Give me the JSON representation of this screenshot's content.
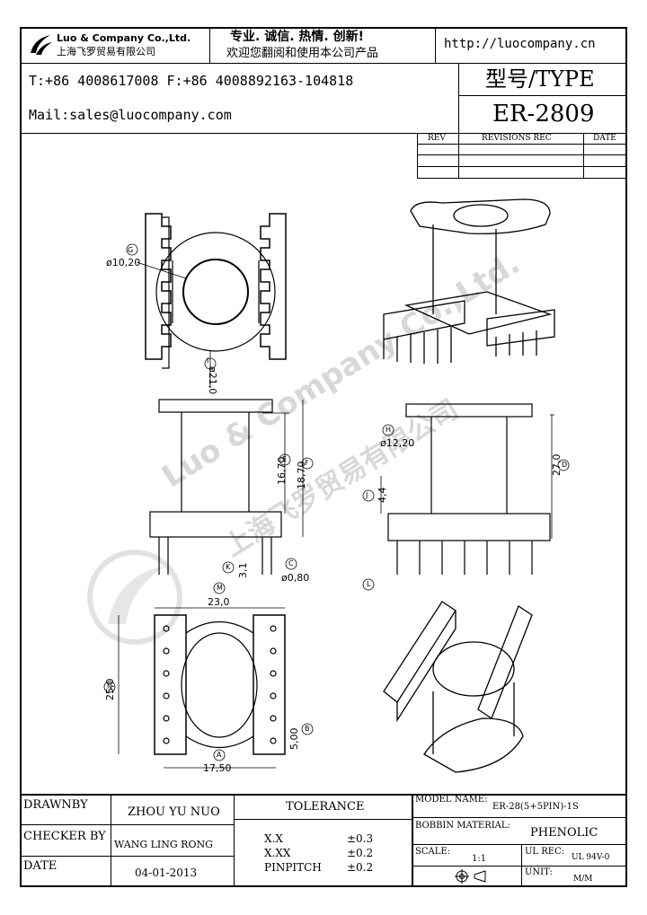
{
  "header": {
    "company_name": "Luo & Company Co.,Ltd.",
    "company_name_cn": "上海飞罗贸易有限公司",
    "slogan": "专业. 诚信. 热情. 创新!",
    "welcome": "欢迎您翻阅和使用本公司产品",
    "website": "http://luocompany.cn",
    "phone_fax": "T:+86 4008617008 F:+86 4008892163-104818",
    "email": "Mail:sales@luocompany.com",
    "type_label": "型号/TYPE",
    "type_value": "ER-2809"
  },
  "revisions": {
    "col_rev": "REV",
    "col_rec": "REVISIONS REC",
    "col_date": "DATE"
  },
  "dimensions": {
    "g_dia": "ø10,20",
    "g_mark": "G",
    "i_dia": "ø21,0",
    "i_mark": "I",
    "e_len": "16,70",
    "e_mark": "E",
    "f_len": "18,70",
    "f_mark": "F",
    "k_len": "3,1",
    "k_mark": "K",
    "c_dia": "ø0,80",
    "c_mark": "C",
    "h_dia": "ø12,20",
    "h_mark": "H",
    "d_len": "27,0",
    "d_mark": "D",
    "j_len": "4,4",
    "j_mark": "J",
    "l_mark": "L",
    "m_len": "23,0",
    "m_mark": "M",
    "n_len": "25,0",
    "n_mark": "N",
    "b_len": "5,00",
    "b_mark": "B",
    "a_len": "17,50",
    "a_mark": "A"
  },
  "watermark": {
    "text_en": "Luo & Company Co.,Ltd.",
    "text_cn": "上海飞罗贸易有限公司"
  },
  "footer": {
    "drawnby_label": "DRAWNBY",
    "drawnby_value": "ZHOU YU NUO",
    "checker_label": "CHECKER BY",
    "checker_value": "WANG LING RONG",
    "date_label": "DATE",
    "date_value": "04-01-2013",
    "tolerance_label": "TOLERANCE",
    "tol_xx_label": "X.X",
    "tol_xx_value": "±0.3",
    "tol_xxx_label": "X.XX",
    "tol_xxx_value": "±0.2",
    "tol_pin_label": "PINPITCH",
    "tol_pin_value": "±0.2",
    "model_label": "MODEL NAME:",
    "model_value": "ER-28(5+5PIN)-1S",
    "bobbin_label": "BOBBIN MATERIAL:",
    "bobbin_value": "PHENOLIC",
    "scale_label": "SCALE:",
    "scale_value": "1:1",
    "ul_label": "UL REC:",
    "ul_value": "UL 94V-0",
    "unit_label": "UNIT:",
    "unit_value": "M/M"
  }
}
